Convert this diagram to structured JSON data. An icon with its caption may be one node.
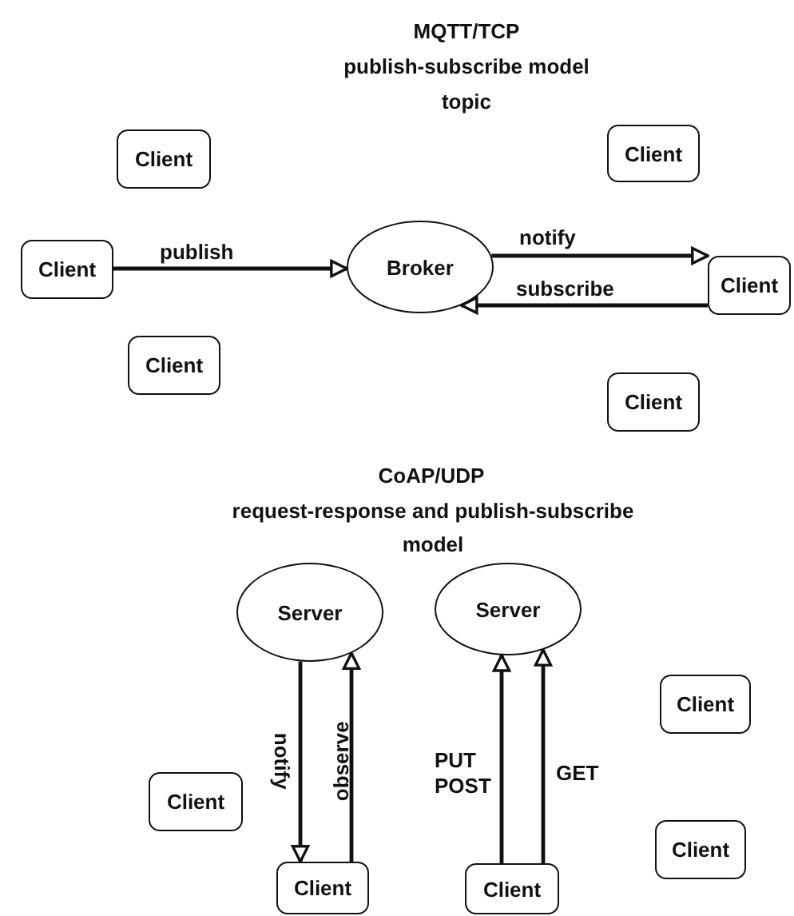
{
  "diagram": {
    "nodes": [
      {
        "text": [
          "Client"
        ]
      },
      {
        "text": [
          "Client"
        ]
      },
      {
        "text": [
          "Client"
        ]
      },
      {
        "text": [
          "Broker"
        ]
      },
      {
        "text": [
          "Client"
        ]
      },
      {
        "text": [
          "Client"
        ]
      },
      {
        "text": [
          "Client"
        ]
      },
      {
        "text": [
          "Server"
        ]
      },
      {
        "text": [
          "Server"
        ]
      },
      {
        "text": [
          "Client"
        ]
      },
      {
        "text": [
          "Client"
        ]
      },
      {
        "text": [
          "Client"
        ]
      },
      {
        "text": [
          "Client"
        ]
      },
      {
        "text": [
          "Client"
        ]
      }
    ],
    "edges": [
      {
        "from": 2,
        "to": 3,
        "arrow": "to",
        "label": "publish"
      },
      {
        "from": 3,
        "to": 4,
        "arrow": "to",
        "label": "notify"
      },
      {
        "from": 4,
        "to": 3,
        "arrow": "to",
        "label": "subscribe"
      },
      {
        "from": 7,
        "to": 12,
        "arrow": "to",
        "label": "notify"
      },
      {
        "from": 12,
        "to": 7,
        "arrow": "to",
        "label": "observe"
      },
      {
        "from": 13,
        "to": 8,
        "arrow": "to",
        "label": "PUT POST"
      },
      {
        "from": 13,
        "to": 8,
        "arrow": "to",
        "label": "GET"
      }
    ],
    "labels": [
      "MQTT/TCP",
      "publish-subscribe model",
      "topic",
      "CoAP/UDP",
      "request-response and publish-subscribe model"
    ]
  }
}
